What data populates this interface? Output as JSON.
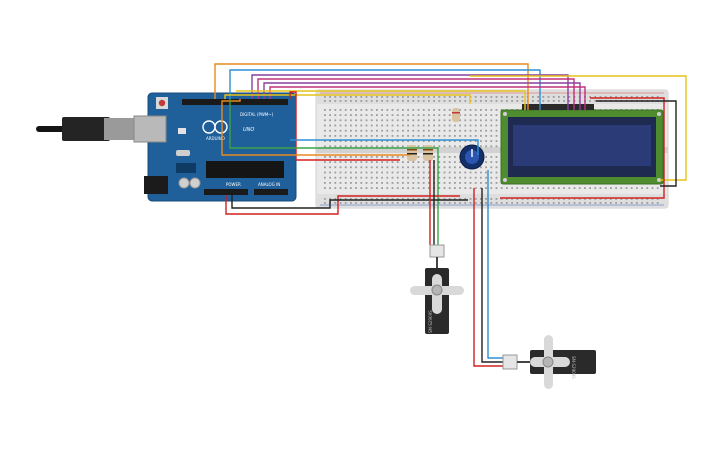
{
  "arduino": {
    "brand": "ARDUINO",
    "model": "UNO",
    "header_top": "DIGITAL (PWM~)",
    "header_power": "POWER",
    "header_analog": "ANALOG IN",
    "color": "#1f5f9a"
  },
  "lcd": {
    "frame_color": "#4f8c2f",
    "screen_color": "#2b3b78"
  },
  "servos": [
    {
      "model": "SM-S2909S"
    },
    {
      "model": "SM-S2909S"
    }
  ],
  "wire_colors": {
    "red": "#d32020",
    "black": "#222222",
    "orange": "#e88a1f",
    "yellow": "#e6c419",
    "blue": "#2e8fd6",
    "purple": "#8a3fa0",
    "magenta": "#c0307a",
    "green": "#3aa34a"
  }
}
